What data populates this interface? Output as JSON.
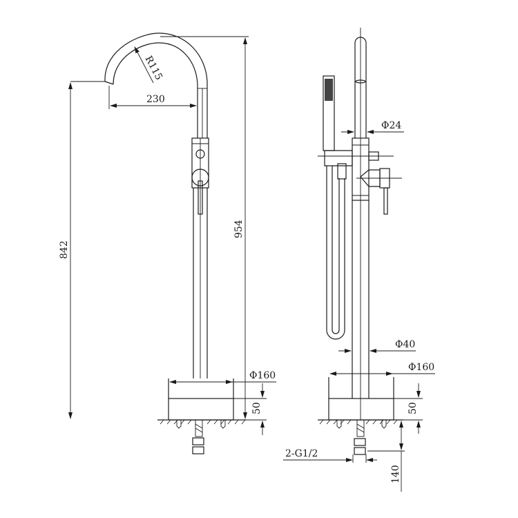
{
  "drawing": {
    "title": "Freestanding bath mixer technical drawing",
    "stroke_color": "#1a1a1a",
    "background": "#ffffff"
  },
  "front_view": {
    "radius_label": "R115",
    "spout_reach_label": "230",
    "spout_height_label": "842",
    "total_height_label": "954",
    "base_diameter_label": "Φ160",
    "base_height_label": "50"
  },
  "side_view": {
    "upper_pipe_diameter_label": "Φ24",
    "pipe_diameter_label": "Φ40",
    "base_diameter_label": "Φ160",
    "base_height_label": "50",
    "inlet_label": "2-G1/2",
    "inlet_depth_label": "140"
  }
}
